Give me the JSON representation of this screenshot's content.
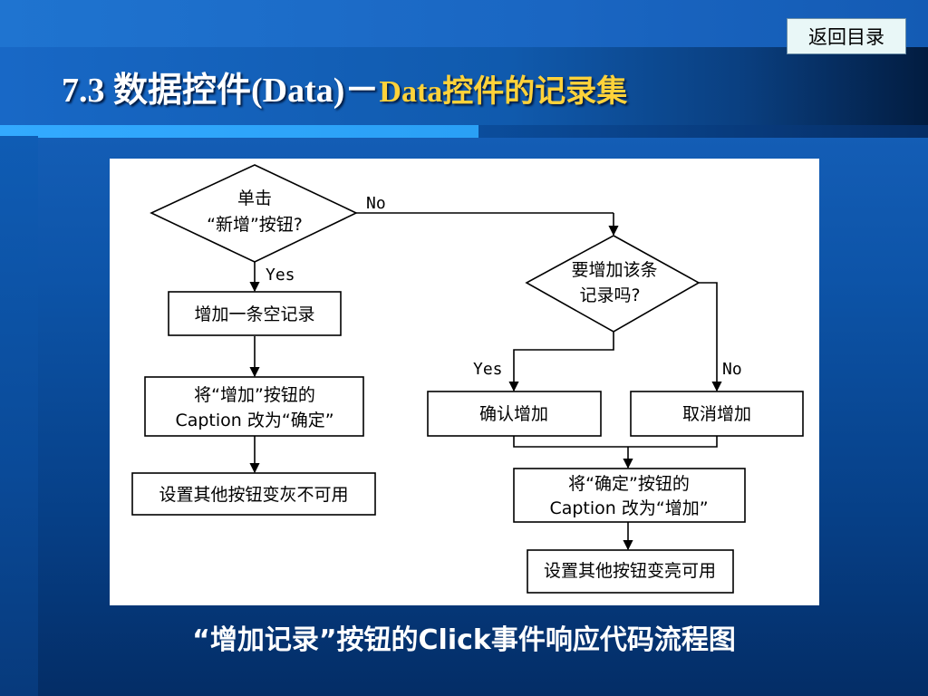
{
  "nav": {
    "return_label": "返回目录"
  },
  "title": {
    "main": "7.3  数据控件(Data)",
    "separator": "－",
    "sub": "Data控件的记录集"
  },
  "flowchart": {
    "decision_new_line1": "单击",
    "decision_new_line2": "“新增”按钮?",
    "edge_no_top": "No",
    "edge_yes_left": "Yes",
    "add_empty_record": "增加一条空记录",
    "set_caption_confirm_line1": "将“增加”按钮的",
    "set_caption_confirm_line2": "Caption 改为“确定”",
    "disable_buttons": "设置其他按钮变灰不可用",
    "decision_add_line1": "要增加该条",
    "decision_add_line2": "记录吗?",
    "edge_yes_right": "Yes",
    "edge_no_right": "No",
    "confirm_add": "确认增加",
    "cancel_add": "取消增加",
    "set_caption_add_line1": "将“确定”按钮的",
    "set_caption_add_line2": "Caption 改为“增加”",
    "enable_buttons": "设置其他按钮变亮可用"
  },
  "caption": "“增加记录”按钮的Click事件响应代码流程图"
}
